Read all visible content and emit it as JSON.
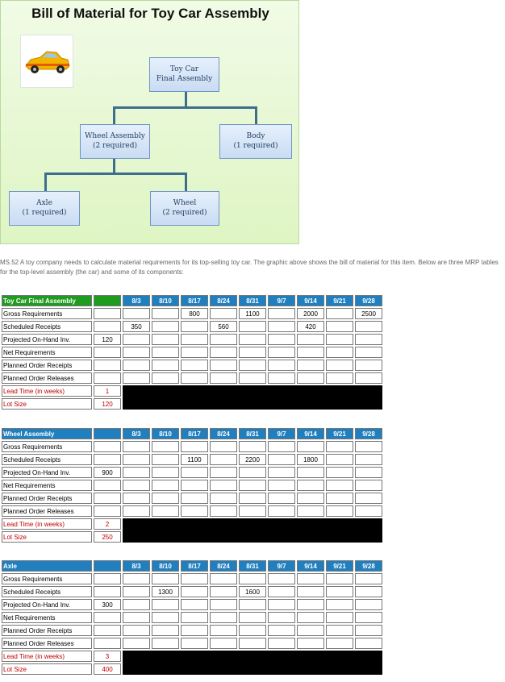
{
  "bom": {
    "title": "Bill of Material for Toy Car Assembly",
    "nodes": {
      "final": {
        "line1": "Toy Car",
        "line2": "Final Assembly"
      },
      "wheel_assembly": {
        "line1": "Wheel Assembly",
        "line2": "(2 required)"
      },
      "body": {
        "line1": "Body",
        "line2": "(1 required)"
      },
      "axle": {
        "line1": "Axle",
        "line2": "(1 required)"
      },
      "wheel": {
        "line1": "Wheel",
        "line2": "(2 required)"
      }
    }
  },
  "description": "MS.52 A toy company needs to calculate material requirements for its top-selling toy car. The graphic above shows the bill of material for this item. Below are three MRP tables for the top-level assembly (the car) and some of its components:",
  "tables": [
    {
      "title": "Toy Car Final Assembly",
      "columns": [
        "8/3",
        "8/10",
        "8/17",
        "8/24",
        "8/31",
        "9/7",
        "9/14",
        "9/21",
        "9/28"
      ],
      "rows": [
        {
          "label": "Gross Requirements",
          "value": "",
          "cells": [
            "",
            "",
            "800",
            "",
            "1100",
            "",
            "2000",
            "",
            "2500"
          ]
        },
        {
          "label": "Scheduled Receipts",
          "value": "",
          "cells": [
            "350",
            "",
            "",
            "560",
            "",
            "",
            "420",
            "",
            ""
          ]
        },
        {
          "label": "Projected On-Hand Inv.",
          "value": "120",
          "cells": [
            "",
            "",
            "",
            "",
            "",
            "",
            "",
            "",
            ""
          ]
        },
        {
          "label": "Net Requirements",
          "value": "",
          "cells": [
            "",
            "",
            "",
            "",
            "",
            "",
            "",
            "",
            ""
          ]
        },
        {
          "label": "Planned Order Receipts",
          "value": "",
          "cells": [
            "",
            "",
            "",
            "",
            "",
            "",
            "",
            "",
            ""
          ]
        },
        {
          "label": "Planned Order Releases",
          "value": "",
          "cells": [
            "",
            "",
            "",
            "",
            "",
            "",
            "",
            "",
            ""
          ]
        }
      ],
      "lead_time": {
        "label": "Lead Time (in weeks)",
        "value": "1"
      },
      "lot_size": {
        "label": "Lot Size",
        "value": "120"
      }
    },
    {
      "title": "Wheel Assembly",
      "columns": [
        "8/3",
        "8/10",
        "8/17",
        "8/24",
        "8/31",
        "9/7",
        "9/14",
        "9/21",
        "9/28"
      ],
      "rows": [
        {
          "label": "Gross Requirements",
          "value": "",
          "cells": [
            "",
            "",
            "",
            "",
            "",
            "",
            "",
            "",
            ""
          ]
        },
        {
          "label": "Scheduled Receipts",
          "value": "",
          "cells": [
            "",
            "",
            "1100",
            "",
            "2200",
            "",
            "1800",
            "",
            ""
          ]
        },
        {
          "label": "Projected On-Hand Inv.",
          "value": "900",
          "cells": [
            "",
            "",
            "",
            "",
            "",
            "",
            "",
            "",
            ""
          ]
        },
        {
          "label": "Net Requirements",
          "value": "",
          "cells": [
            "",
            "",
            "",
            "",
            "",
            "",
            "",
            "",
            ""
          ]
        },
        {
          "label": "Planned Order Receipts",
          "value": "",
          "cells": [
            "",
            "",
            "",
            "",
            "",
            "",
            "",
            "",
            ""
          ]
        },
        {
          "label": "Planned Order Releases",
          "value": "",
          "cells": [
            "",
            "",
            "",
            "",
            "",
            "",
            "",
            "",
            ""
          ]
        }
      ],
      "lead_time": {
        "label": "Lead Time (in weeks)",
        "value": "2"
      },
      "lot_size": {
        "label": "Lot Size",
        "value": "250"
      }
    },
    {
      "title": "Axle",
      "columns": [
        "8/3",
        "8/10",
        "8/17",
        "8/24",
        "8/31",
        "9/7",
        "9/14",
        "9/21",
        "9/28"
      ],
      "rows": [
        {
          "label": "Gross Requirements",
          "value": "",
          "cells": [
            "",
            "",
            "",
            "",
            "",
            "",
            "",
            "",
            ""
          ]
        },
        {
          "label": "Scheduled Receipts",
          "value": "",
          "cells": [
            "",
            "1300",
            "",
            "",
            "1600",
            "",
            "",
            "",
            ""
          ]
        },
        {
          "label": "Projected On-Hand Inv.",
          "value": "300",
          "cells": [
            "",
            "",
            "",
            "",
            "",
            "",
            "",
            "",
            ""
          ]
        },
        {
          "label": "Net Requirements",
          "value": "",
          "cells": [
            "",
            "",
            "",
            "",
            "",
            "",
            "",
            "",
            ""
          ]
        },
        {
          "label": "Planned Order Receipts",
          "value": "",
          "cells": [
            "",
            "",
            "",
            "",
            "",
            "",
            "",
            "",
            ""
          ]
        },
        {
          "label": "Planned Order Releases",
          "value": "",
          "cells": [
            "",
            "",
            "",
            "",
            "",
            "",
            "",
            "",
            ""
          ]
        }
      ],
      "lead_time": {
        "label": "Lead Time (in weeks)",
        "value": "3"
      },
      "lot_size": {
        "label": "Lot Size",
        "value": "400"
      }
    }
  ]
}
